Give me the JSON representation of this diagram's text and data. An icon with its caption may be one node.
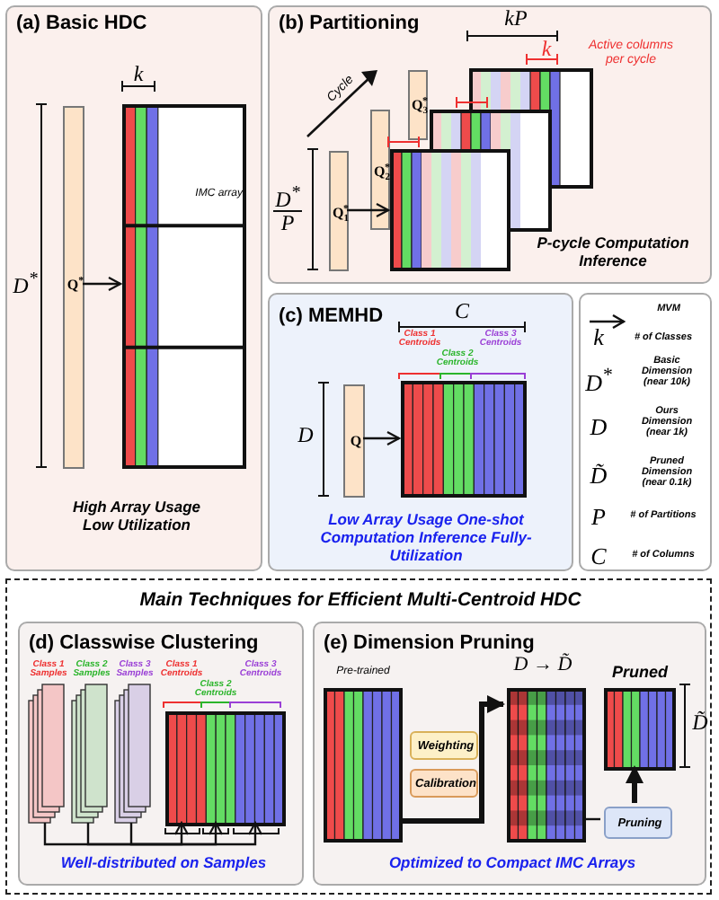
{
  "diagram": {
    "nodes": [
      {
        "text": [
          "(a) Basic HDC",
          "High Array Usage Low Utilization"
        ]
      },
      {
        "text": [
          "Q$^{*}$"
        ],
        "in": 0
      },
      {
        "text": [
          "IMC array"
        ],
        "in": 0
      },
      {
        "text": [
          "(b) Partitioning",
          "P-cycle Computation Inference"
        ]
      },
      {
        "text": [
          "Q$_{1}$$^{*}$"
        ],
        "in": 3
      },
      {
        "text": [
          "Q$_{2}$$^{*}$"
        ],
        "in": 3
      },
      {
        "text": [
          "Q$_{3}$$^{*}$"
        ],
        "in": 3
      },
      {
        "text": [],
        "shape": "box",
        "in": 3
      },
      {
        "text": [],
        "shape": "box",
        "in": 3
      },
      {
        "text": [],
        "shape": "box",
        "in": 3,
        "beside": [
          "Active columns per cycle"
        ]
      },
      {
        "text": [
          "(c) MEMHD",
          "Low Array Usage One-shot Computation Inference Fully-Utilization"
        ]
      },
      {
        "text": [
          "Q"
        ],
        "in": 10
      },
      {
        "text": [],
        "shape": "box",
        "in": 10,
        "beside": [
          "Class 1 Centroids",
          "Class 2 Centroids",
          "Class 3 Centroids"
        ]
      },
      {
        "text": [
          "Main Techniques for Efficient Multi-Centroid HDC"
        ]
      },
      {
        "text": [
          "(d) Classwise Clustering",
          "Well-distributed on Samples"
        ],
        "in": 13
      },
      {
        "text": [
          "Class 1 Samples"
        ],
        "in": 14
      },
      {
        "text": [
          "Class 2 Samples"
        ],
        "in": 14
      },
      {
        "text": [
          "Class 3 Samples"
        ],
        "in": 14
      },
      {
        "text": [],
        "shape": "box",
        "in": 14,
        "beside": [
          "Class 1 Centroids",
          "Class 2 Centroids",
          "Class 3 Centroids"
        ]
      },
      {
        "text": [
          "(e) Dimension Pruning",
          "Optimized to Compact IMC Arrays"
        ],
        "in": 13
      },
      {
        "text": [
          "Pre-trained"
        ],
        "in": 19
      },
      {
        "text": [
          "Weighting"
        ],
        "in": 19
      },
      {
        "text": [
          "Calibration"
        ],
        "in": 19
      },
      {
        "text": [],
        "shape": "box",
        "in": 19
      },
      {
        "text": [
          "Pruned"
        ],
        "in": 19,
        "beside": [
          "D̃"
        ]
      },
      {
        "text": [
          "Pruning"
        ],
        "in": 19
      }
    ],
    "edges": [
      {
        "from": 1,
        "to": 2,
        "arrow": "to"
      },
      {
        "from": 4,
        "to": 7,
        "arrow": "to"
      },
      {
        "from": 11,
        "to": 12,
        "arrow": "to"
      },
      {
        "from": 15,
        "to": 18,
        "arrow": "to"
      },
      {
        "from": 16,
        "to": 18,
        "arrow": "to"
      },
      {
        "from": 17,
        "to": 18,
        "arrow": "to"
      },
      {
        "from": 20,
        "to": 23,
        "arrow": "to",
        "style": "thick"
      },
      {
        "from": 23,
        "to": 25,
        "arrow": "none"
      },
      {
        "from": 25,
        "to": 24,
        "arrow": "to",
        "style": "thick"
      }
    ],
    "labels": [
      "k",
      "D$^{*}$",
      "kP",
      "k",
      "Cycle",
      "D$^{*}$",
      "P",
      "C",
      "D",
      "k",
      "# of Classes",
      "D$^{*}$",
      "Basic Dimension (near 10k)",
      "D",
      "Ours Dimension (near 1k)",
      "D̃",
      "Pruned Dimension (near 0.1k)",
      "P",
      "# of Partitions",
      "C",
      "# of Columns",
      "D → D̃"
    ],
    "legend": [
      {
        "text": "MVM"
      }
    ]
  }
}
